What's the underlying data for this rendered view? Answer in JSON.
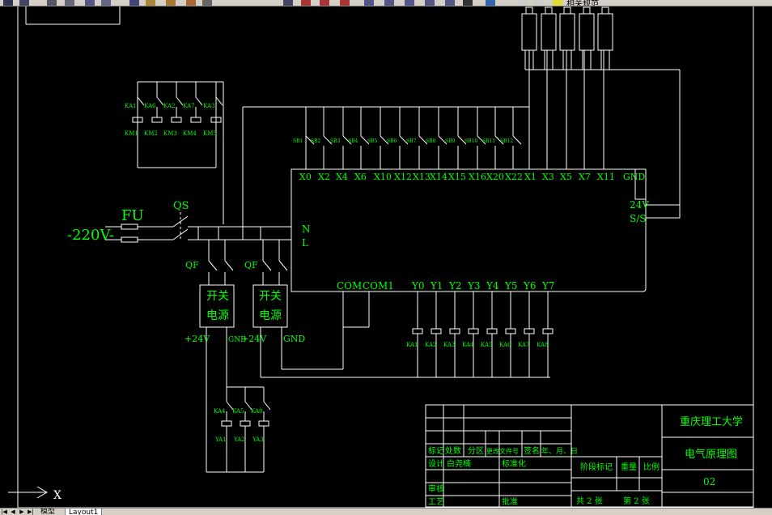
{
  "toolbar": {
    "layer_label": "相关规范"
  },
  "drawing": {
    "supply_label": "-220V-",
    "fuse_label": "FU",
    "switch_label": "QS",
    "breaker_labels": [
      "QF",
      "QF"
    ],
    "psu_blocks": [
      {
        "line1": "开关",
        "line2": "电源"
      },
      {
        "line1": "开关",
        "line2": "电源"
      }
    ],
    "psu_outputs": [
      "+24V",
      "GND",
      "+24V",
      "GND"
    ],
    "plc_power_labels": [
      "N",
      "L"
    ],
    "plc_inputs": [
      "X0",
      "X2",
      "X4",
      "X6",
      "X10",
      "X12",
      "X13",
      "X14",
      "X15",
      "X16",
      "X20",
      "X22",
      "X1",
      "X3",
      "X5",
      "X7",
      "X11",
      "GND"
    ],
    "plc_right_labels": [
      "24V",
      "S/S"
    ],
    "plc_commons": [
      "COM",
      "COM1"
    ],
    "plc_outputs": [
      "Y0",
      "Y1",
      "Y2",
      "Y3",
      "Y4",
      "Y5",
      "Y6",
      "Y7"
    ],
    "relay_coils_out": [
      "KA1",
      "KA2",
      "KA3",
      "KA4",
      "KA5",
      "KA6",
      "KA7",
      "KA8"
    ],
    "input_contact_labels": [
      "SB1",
      "SB2",
      "SB3",
      "SB4",
      "SB5",
      "SB6",
      "SB7",
      "SB8",
      "SB9",
      "SB10",
      "SB11",
      "SB12"
    ],
    "top_contacts": [
      "KA1",
      "KA6",
      "KA2",
      "KA7",
      "KA3"
    ],
    "top_coils": [
      "KM1",
      "KM2",
      "KM3",
      "KM4",
      "KM5"
    ],
    "bottom_contacts": [
      "KA4",
      "KA5",
      "KA8"
    ],
    "bottom_coils": [
      "YA1",
      "YA2",
      "YA3"
    ]
  },
  "title_block": {
    "university": "重庆理工大学",
    "drawing_title": "电气原理图",
    "drawing_number": "02",
    "header_cells": [
      "标记",
      "处数",
      "分区",
      "更改文件号",
      "签名",
      "年、月、日"
    ],
    "design_label": "设计",
    "designer_name": "白尧楠",
    "standardization_label": "标准化",
    "stage_mark_label": "阶段标记",
    "weight_label": "重量",
    "scale_label": "比例",
    "review_label": "审核",
    "process_label": "工艺",
    "approve_label": "批准",
    "sheets_total": "共 2 张",
    "sheet_current": "第 2 张"
  },
  "layout_tabs": {
    "nav_buttons": [
      "|◀",
      "◀",
      "▶",
      "▶|"
    ],
    "tabs": [
      "模型",
      "Layout1"
    ],
    "active_tab": "Layout1"
  },
  "ucs": {
    "x_axis_label": "X"
  }
}
